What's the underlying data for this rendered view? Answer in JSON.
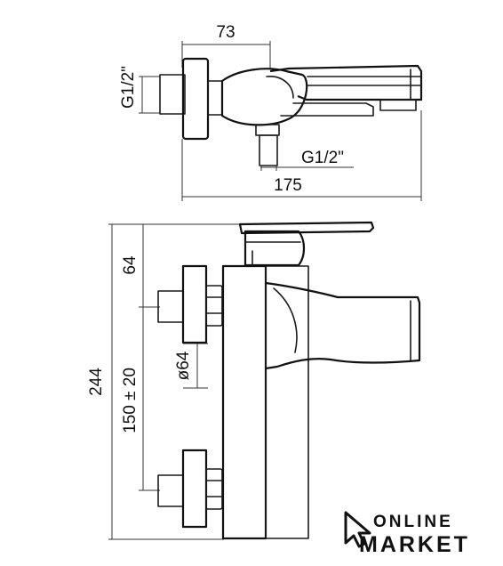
{
  "top_view": {
    "dim_width_offset": "73",
    "dim_inlet_side": "G1/2\"",
    "dim_inlet_bottom": "G1/2\"",
    "dim_total_length": "175"
  },
  "side_view": {
    "dim_total_height": "244",
    "dim_top_to_axis": "64",
    "dim_axis_spacing": "150 ± 20",
    "dim_escutcheon_diameter": "ø64"
  },
  "logo": {
    "line1": "ONLINE",
    "line2": "MARKET",
    "icon": "cursor-arrow-icon"
  }
}
